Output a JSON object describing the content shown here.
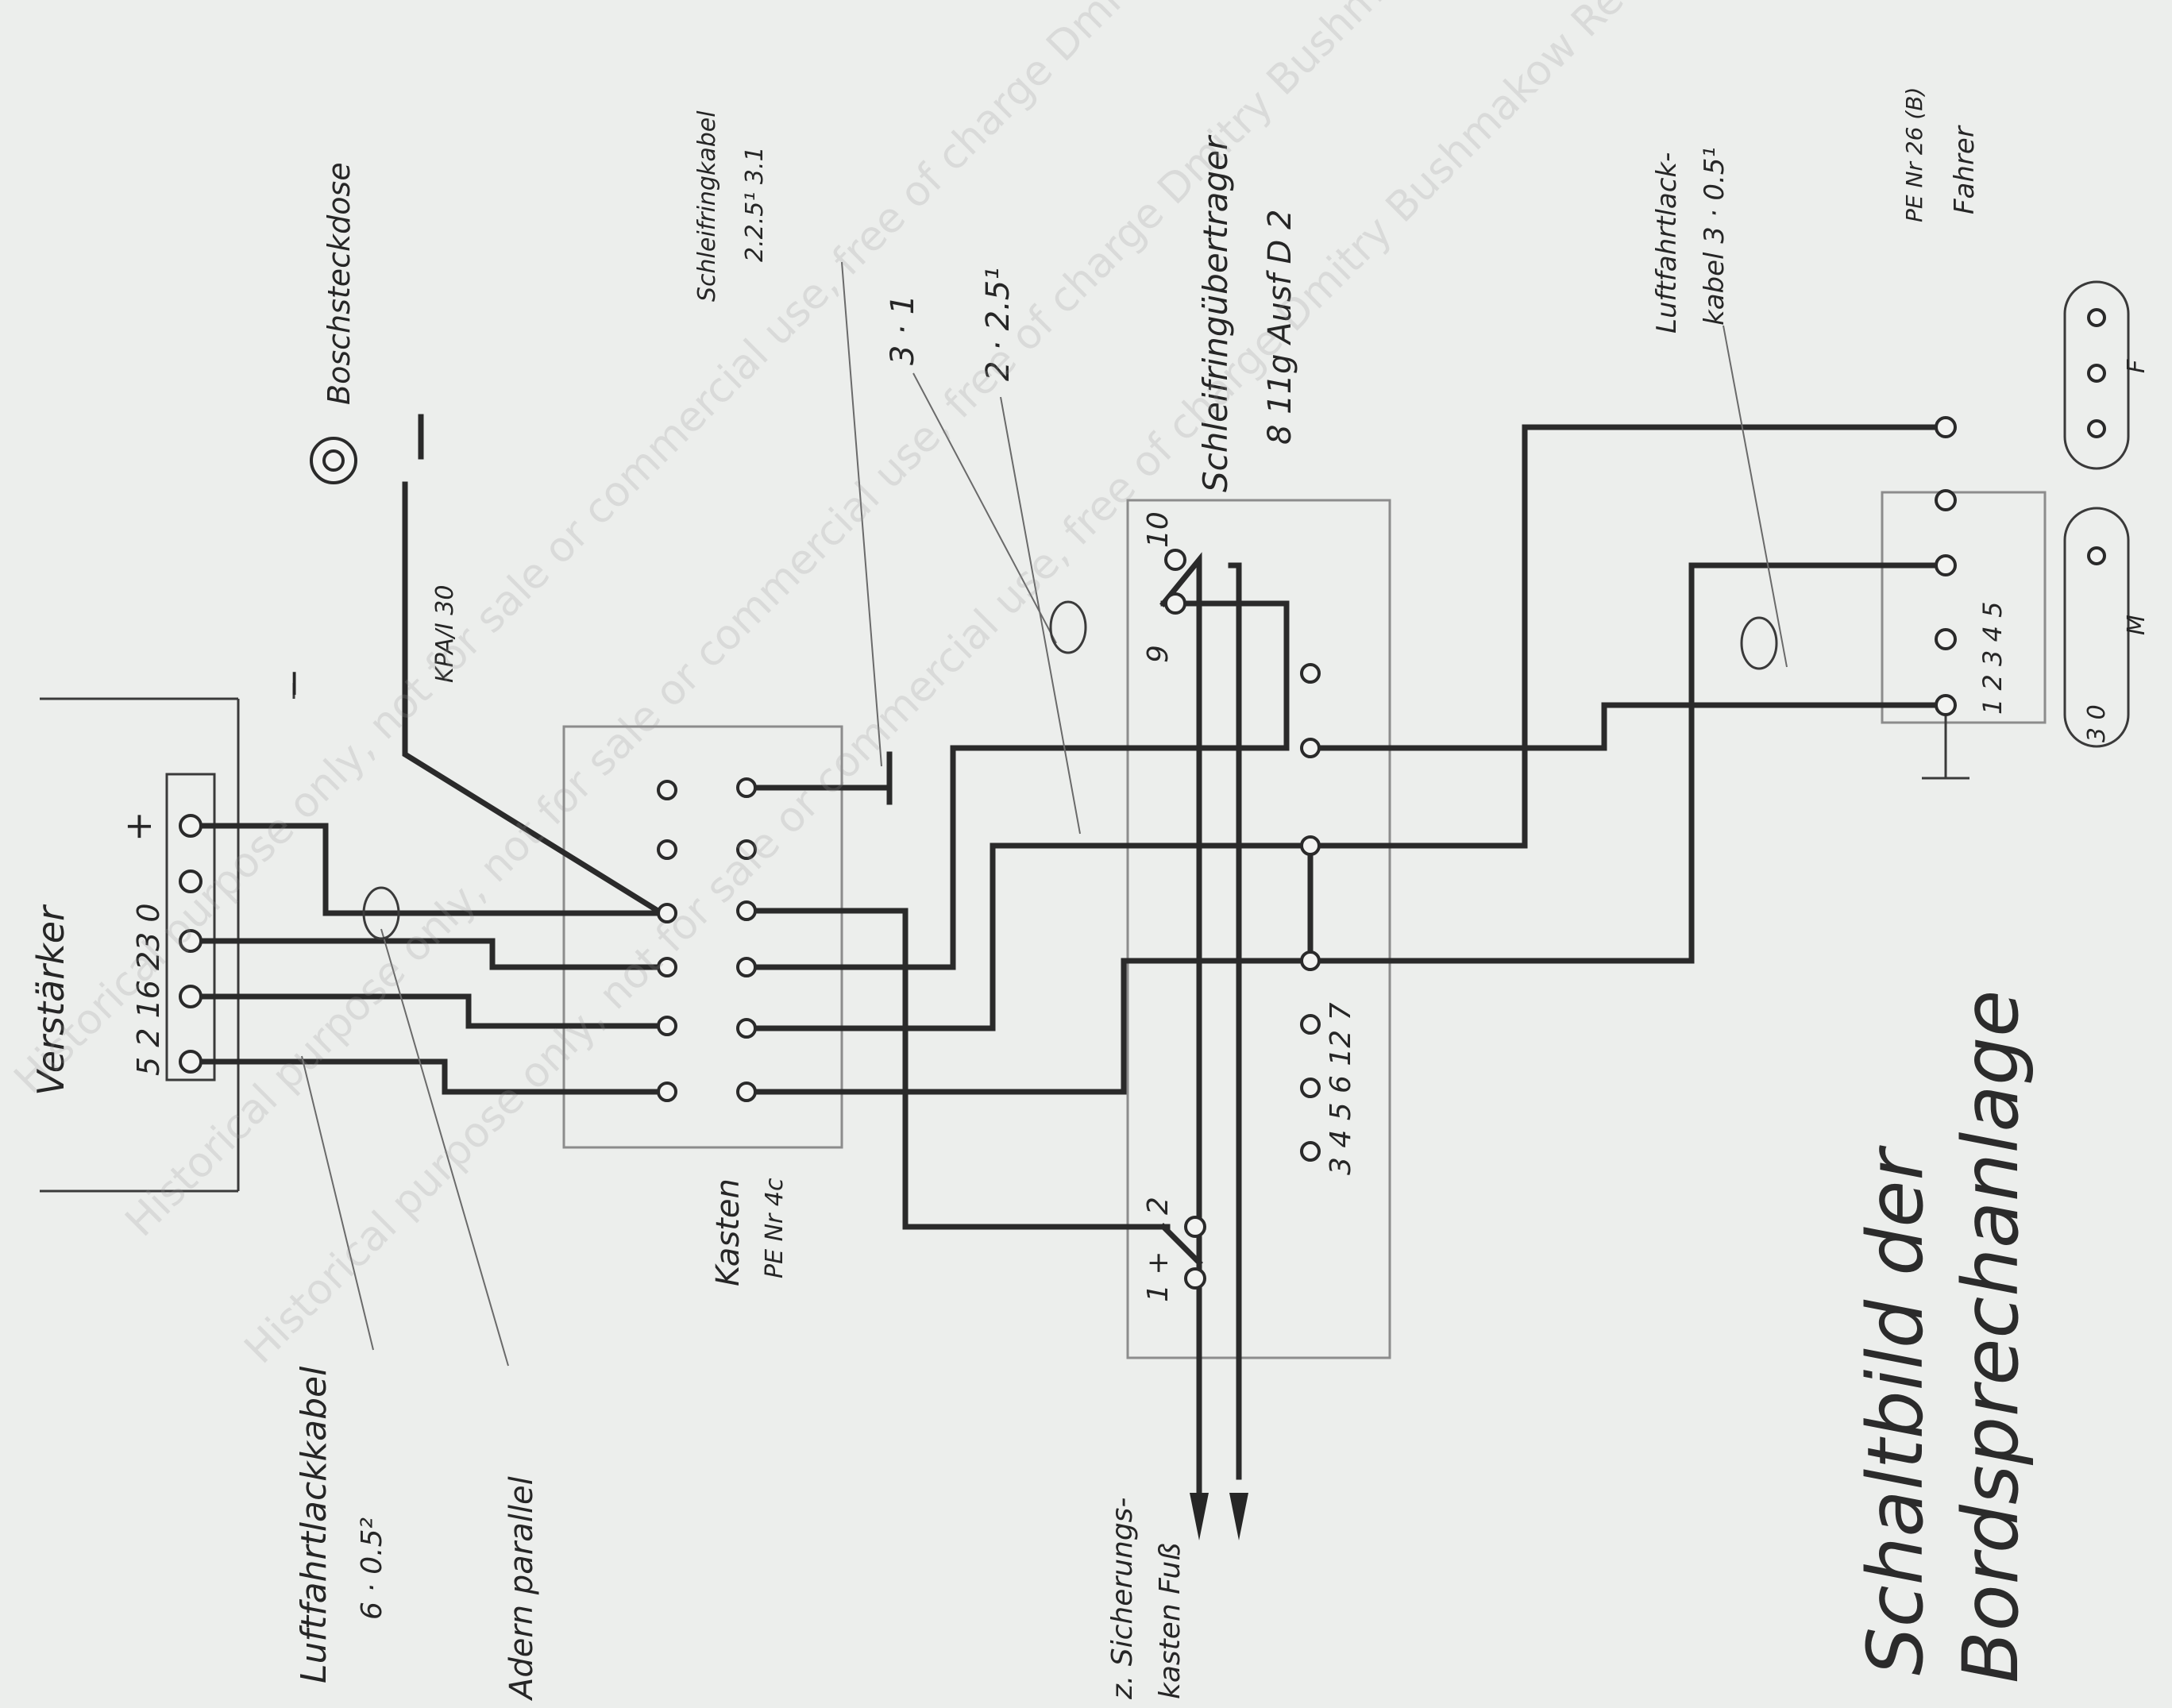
{
  "diagram": {
    "title_line1": "Schaltbild der",
    "title_line2": "Bordsprechanlage",
    "labels": {
      "verstaerker": "Verstärker",
      "verstaerker_pins": "5  2 16  23 0",
      "plus": "+",
      "minus": "−",
      "boschsteckdose": "Boschsteckdose",
      "kpa": "KPA/I 30",
      "kasten": "Kasten",
      "kasten_nr": "PE Nr 4c",
      "schleifring_kabel": "Schleifringkabel",
      "schleifring_kabel_spec": "2.2.5¹  3.1",
      "cable_3_1": "3 · 1",
      "cable_2_25": "2 · 2.5¹",
      "schleifring_uebertrager": "Schleifringübertrager",
      "schleifring_typ": "8 11g  Ausf D 2",
      "terminal_9": "9",
      "terminal_10": "10",
      "terminal_1": "1 +",
      "terminal_2": "2",
      "bottom_terminals": "3  4  5  6  12  7",
      "luftfahrt_kabel_right": "Luftfahrtlack-",
      "luftfahrt_kabel_right_spec": "kabel 3 · 0.5¹",
      "fahrer_nr": "PE Nr 26 (B)",
      "fahrer": "Fahrer",
      "fahrer_pins": "1  2  3  4  5",
      "plug_m": "M",
      "plug_f": "F",
      "plug_pins_m": "3 0",
      "luftfahrt_kabel_left": "Luftfahrtlackkabel",
      "luftfahrt_kabel_left_spec": "6 · 0.5²",
      "adern_parallel": "Adern parallel",
      "sicherungs_kasten": "z. Sicherungs-",
      "kasten_fuss": "kasten Fuß"
    },
    "watermark": {
      "line_a": "Historical purpose only, not for sale or commercial use, free of charge Dmitry Bushmakow Restoration BUSHMAKOW.COM",
      "line_b": "Historical purpose only, not for sale or commercial use, free of charge Dmitry Bushmakow Restoration BUSHMAKOW.COM",
      "line_c": "Historical purpose only, not for sale or commercial use, free of charge Dmitry Bushmakow Restoration BUSHMAKOW.COM"
    }
  }
}
